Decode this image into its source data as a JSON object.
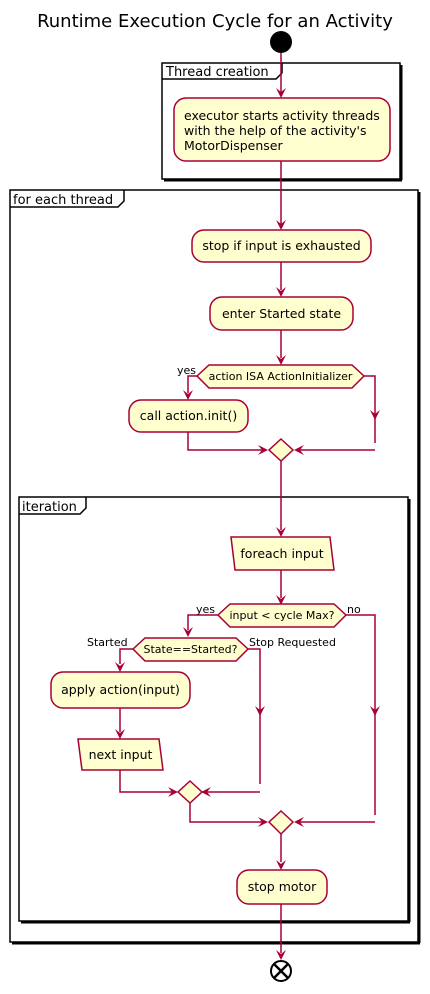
{
  "title": "Runtime Execution Cycle for an Activity",
  "frames": {
    "thread_creation": "Thread creation",
    "for_each_thread": "for each thread",
    "iteration": "iteration"
  },
  "activities": {
    "executor_line1": "executor starts activity threads",
    "executor_line2": "with the help of the activity's",
    "executor_line3": "MotorDispenser",
    "stop_if_exhausted": "stop if input is exhausted",
    "enter_started": "enter Started state",
    "call_init": "call action.init()",
    "foreach_input": "foreach input",
    "apply_action": "apply action(input)",
    "next_input": "next input",
    "stop_motor": "stop motor"
  },
  "decisions": {
    "isa_initializer": "action ISA ActionInitializer",
    "cycle_max": "input < cycle Max?",
    "state_started": "State==Started?"
  },
  "branch_labels": {
    "yes_init": "yes",
    "yes_cycle": "yes",
    "no_cycle": "no",
    "started": "Started",
    "stop_requested": "Stop Requested"
  }
}
